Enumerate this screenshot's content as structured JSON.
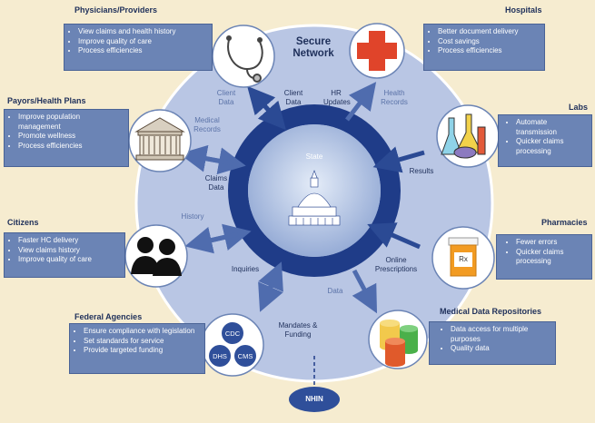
{
  "center": {
    "network_title_1": "Secure",
    "network_title_2": "Network",
    "hub_label": "State"
  },
  "nodes": {
    "physicians": {
      "title": "Physicians/Providers",
      "items": [
        "View claims and health history",
        "Improve quality of care",
        "Process efficiencies"
      ],
      "icon": "stethoscope-icon"
    },
    "hospitals": {
      "title": "Hospitals",
      "items": [
        "Better document delivery",
        "Cost savings",
        "Process efficiencies"
      ],
      "icon": "red-cross-icon"
    },
    "payors": {
      "title": "Payors/Health Plans",
      "items": [
        "Improve population management",
        "Promote wellness",
        "Process efficiencies"
      ],
      "icon": "building-icon"
    },
    "labs": {
      "title": "Labs",
      "items": [
        "Automate transmission",
        "Quicker claims processing"
      ],
      "icon": "flask-icon"
    },
    "citizens": {
      "title": "Citizens",
      "items": [
        "Faster HC delivery",
        "View claims history",
        "Improve quality of care"
      ],
      "icon": "people-icon"
    },
    "pharmacies": {
      "title": "Pharmacies",
      "items": [
        "Fewer errors",
        "Quicker claims processing"
      ],
      "icon": "pill-bottle-icon",
      "bottle_label": "Rx"
    },
    "federal": {
      "title": "Federal Agencies",
      "items": [
        "Ensure compliance with legislation",
        "Set standards for service",
        "Provide targeted funding"
      ],
      "agencies": [
        "CDC",
        "DHS",
        "CMS"
      ]
    },
    "repositories": {
      "title": "Medical Data Repositories",
      "items": [
        "Data access for multiple purposes",
        "Quality data"
      ],
      "icon": "database-icon"
    }
  },
  "flows": {
    "client_data_outer": "Client Data",
    "client_data_inner": "Client Data",
    "hr_updates": "HR Updates",
    "health_records": "Health Records",
    "medical_records": "Medical Records",
    "claims_data": "Claims Data",
    "results": "Results",
    "history": "History",
    "inquiries": "Inquiries",
    "online_prescriptions": "Online Prescriptions",
    "data": "Data",
    "mandates_funding": "Mandates & Funding"
  },
  "nhin": "NHIN",
  "colors": {
    "background": "#f6ecd0",
    "box": "#6b84b5",
    "ring": "#1f3c88",
    "outer_disc": "#b9c6e4",
    "text_dark": "#1e2f5a"
  }
}
